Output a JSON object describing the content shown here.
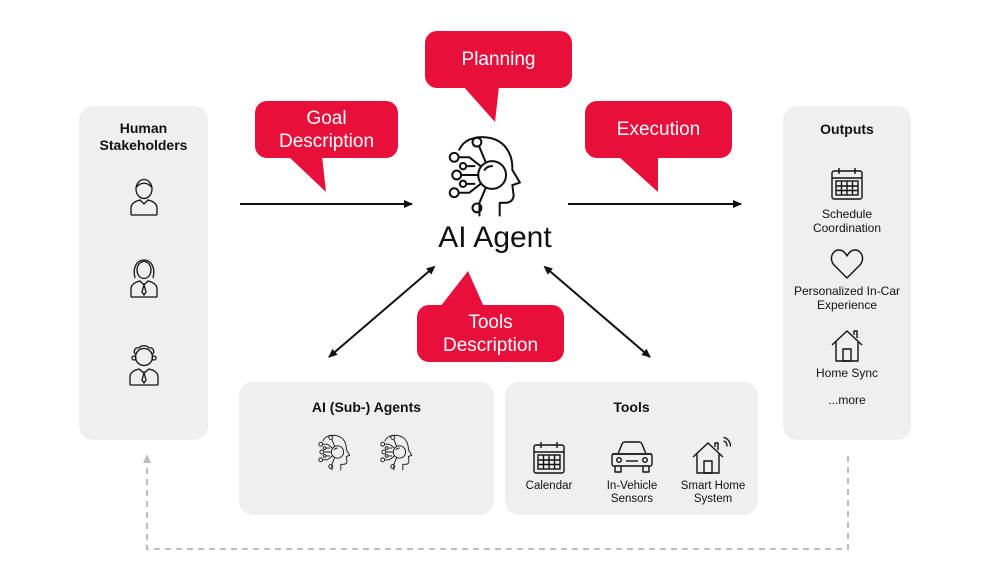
{
  "human": {
    "title": "Human\nStakeholders",
    "icons": [
      "person-icon",
      "woman-icon",
      "person-icon"
    ]
  },
  "bubbles": {
    "goal": "Goal\nDescription",
    "planning": "Planning",
    "execution": "Execution",
    "tools": "Tools\nDescription"
  },
  "agent": {
    "title": "AI Agent",
    "icon": "ai-head-icon"
  },
  "subagents": {
    "title": "AI (Sub-) Agents",
    "icons": [
      "ai-head-icon",
      "ai-head-icon"
    ]
  },
  "tools": {
    "title": "Tools",
    "items": [
      {
        "label": "Calendar",
        "icon": "calendar-icon"
      },
      {
        "label": "In-Vehicle\nSensors",
        "icon": "car-icon"
      },
      {
        "label": "Smart Home\nSystem",
        "icon": "smart-home-icon"
      }
    ]
  },
  "outputs": {
    "title": "Outputs",
    "items": [
      {
        "label": "Schedule\nCoordination",
        "icon": "calendar-icon"
      },
      {
        "label": "Personalized In-Car\nExperience",
        "icon": "heart-icon"
      },
      {
        "label": "Home Sync",
        "icon": "home-icon"
      }
    ],
    "more": "...more"
  },
  "colors": {
    "accent": "#e8103a",
    "panel": "#efefef",
    "feedback_line": "#bdbdbd"
  }
}
